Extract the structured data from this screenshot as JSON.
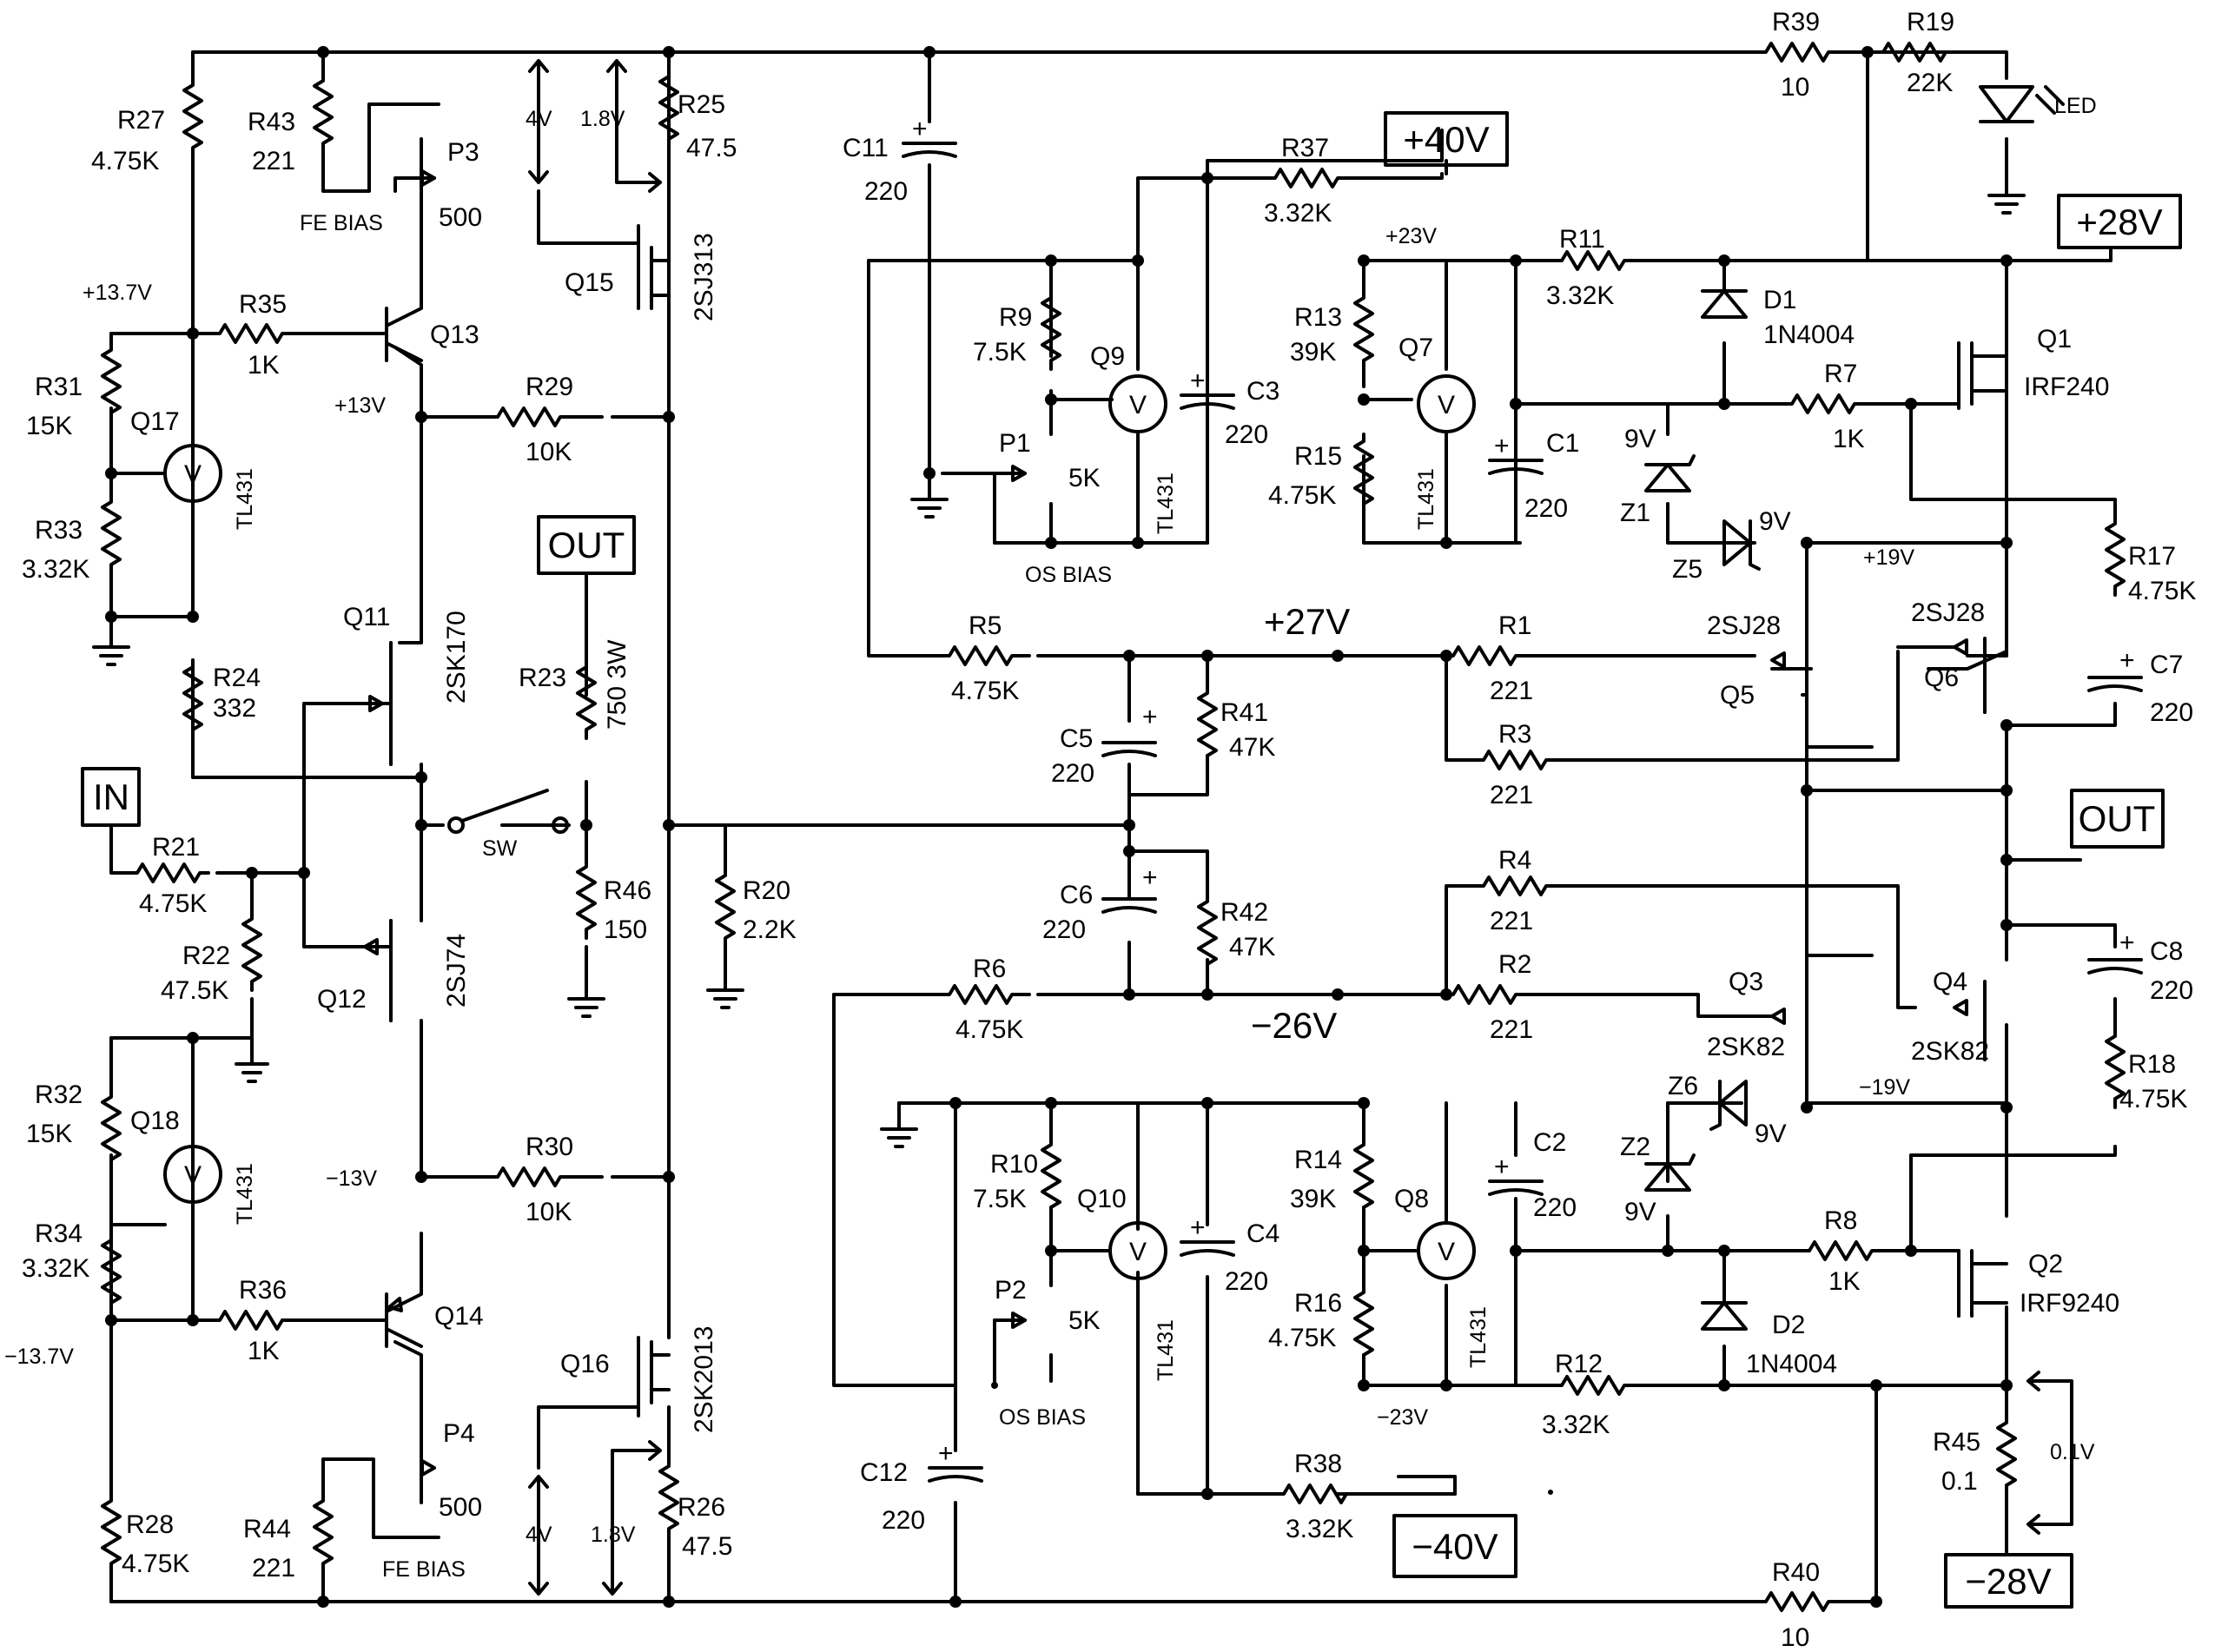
{
  "supplies": {
    "plus40": "+40V",
    "minus40": "−40V",
    "plus28": "+28V",
    "minus28": "−28V"
  },
  "terminals": {
    "in": "IN",
    "out_front": "OUT",
    "out_main": "OUT"
  },
  "node_voltages": {
    "v_p13_7": "+13.7V",
    "v_p13": "+13V",
    "v_m13": "−13V",
    "v_m13_7": "−13.7V",
    "v_p27": "+27V",
    "v_m26": "−26V",
    "v_p23": "+23V",
    "v_m23": "−23V",
    "v_p19": "+19V",
    "v_m19": "−19V",
    "v_4v_top": "4V",
    "v_18_top": "1.8V",
    "v_4v_bot": "4V",
    "v_18_bot": "1.8V",
    "v_01": "0.1V"
  },
  "labels": {
    "fe_bias_top": "FE BIAS",
    "fe_bias_bot": "FE BIAS",
    "os_bias_top": "OS BIAS",
    "os_bias_bot": "OS BIAS",
    "sw": "SW",
    "led": "LED"
  },
  "resistors": {
    "R1": [
      "R1",
      "221"
    ],
    "R2": [
      "R2",
      "221"
    ],
    "R3": [
      "R3",
      "221"
    ],
    "R4": [
      "R4",
      "221"
    ],
    "R5": [
      "R5",
      "4.75K"
    ],
    "R6": [
      "R6",
      "4.75K"
    ],
    "R7": [
      "R7",
      "1K"
    ],
    "R8": [
      "R8",
      "1K"
    ],
    "R9": [
      "R9",
      "7.5K"
    ],
    "R10": [
      "R10",
      "7.5K"
    ],
    "R11": [
      "R11",
      "3.32K"
    ],
    "R12": [
      "R12",
      "3.32K"
    ],
    "R13": [
      "R13",
      "39K"
    ],
    "R14": [
      "R14",
      "39K"
    ],
    "R15": [
      "R15",
      "4.75K"
    ],
    "R16": [
      "R16",
      "4.75K"
    ],
    "R17": [
      "R17",
      "4.75K"
    ],
    "R18": [
      "R18",
      "4.75K"
    ],
    "R19": [
      "R19",
      "22K"
    ],
    "R20": [
      "R20",
      "2.2K"
    ],
    "R21": [
      "R21",
      "4.75K"
    ],
    "R22": [
      "R22",
      "47.5K"
    ],
    "R23": [
      "R23",
      "750 3W"
    ],
    "R24": [
      "R24",
      "332"
    ],
    "R25": [
      "R25",
      "47.5"
    ],
    "R26": [
      "R26",
      "47.5"
    ],
    "R27": [
      "R27",
      "4.75K"
    ],
    "R28": [
      "R28",
      "4.75K"
    ],
    "R29": [
      "R29",
      "10K"
    ],
    "R30": [
      "R30",
      "10K"
    ],
    "R31": [
      "R31",
      "15K"
    ],
    "R32": [
      "R32",
      "15K"
    ],
    "R33": [
      "R33",
      "3.32K"
    ],
    "R34": [
      "R34",
      "3.32K"
    ],
    "R35": [
      "R35",
      "1K"
    ],
    "R36": [
      "R36",
      "1K"
    ],
    "R37": [
      "R37",
      "3.32K"
    ],
    "R38": [
      "R38",
      "3.32K"
    ],
    "R39": [
      "R39",
      "10"
    ],
    "R40": [
      "R40",
      "10"
    ],
    "R41": [
      "R41",
      "47K"
    ],
    "R42": [
      "R42",
      "47K"
    ],
    "R43": [
      "R43",
      "221"
    ],
    "R44": [
      "R44",
      "221"
    ],
    "R45": [
      "R45",
      "0.1"
    ],
    "R46": [
      "R46",
      "150"
    ]
  },
  "pots": {
    "P1": [
      "P1",
      "5K"
    ],
    "P2": [
      "P2",
      "5K"
    ],
    "P3": [
      "P3",
      "500"
    ],
    "P4": [
      "P4",
      "500"
    ]
  },
  "capacitors": {
    "C1": [
      "C1",
      "220"
    ],
    "C2": [
      "C2",
      "220"
    ],
    "C3": [
      "C3",
      "220"
    ],
    "C4": [
      "C4",
      "220"
    ],
    "C5": [
      "C5",
      "220"
    ],
    "C6": [
      "C6",
      "220"
    ],
    "C7": [
      "C7",
      "220"
    ],
    "C8": [
      "C8",
      "220"
    ],
    "C11": [
      "C11",
      "220"
    ],
    "C12": [
      "C12",
      "220"
    ]
  },
  "semis": {
    "Q1": [
      "Q1",
      "IRF240"
    ],
    "Q2": [
      "Q2",
      "IRF9240"
    ],
    "Q3": [
      "Q3",
      "2SK82"
    ],
    "Q4": [
      "Q4",
      "2SK82"
    ],
    "Q5": [
      "Q5",
      "2SJ28"
    ],
    "Q6": [
      "Q6",
      "2SJ28"
    ],
    "Q7": [
      "Q7",
      "TL431"
    ],
    "Q8": [
      "Q8",
      "TL431"
    ],
    "Q9": [
      "Q9",
      "TL431"
    ],
    "Q10": [
      "Q10",
      "TL431"
    ],
    "Q11": [
      "Q11",
      "2SK170"
    ],
    "Q12": [
      "Q12",
      "2SJ74"
    ],
    "Q13": [
      "Q13",
      ""
    ],
    "Q14": [
      "Q14",
      ""
    ],
    "Q15": [
      "Q15",
      "2SJ313"
    ],
    "Q16": [
      "Q16",
      "2SK2013"
    ],
    "Q17": [
      "Q17",
      "TL431"
    ],
    "Q18": [
      "Q18",
      "TL431"
    ],
    "D1": [
      "D1",
      "1N4004"
    ],
    "D2": [
      "D2",
      "1N4004"
    ],
    "Z1": [
      "Z1",
      "9V"
    ],
    "Z2": [
      "Z2",
      "9V"
    ],
    "Z5": [
      "Z5",
      "9V"
    ],
    "Z6": [
      "Z6",
      "9V"
    ]
  },
  "symbol": "V"
}
